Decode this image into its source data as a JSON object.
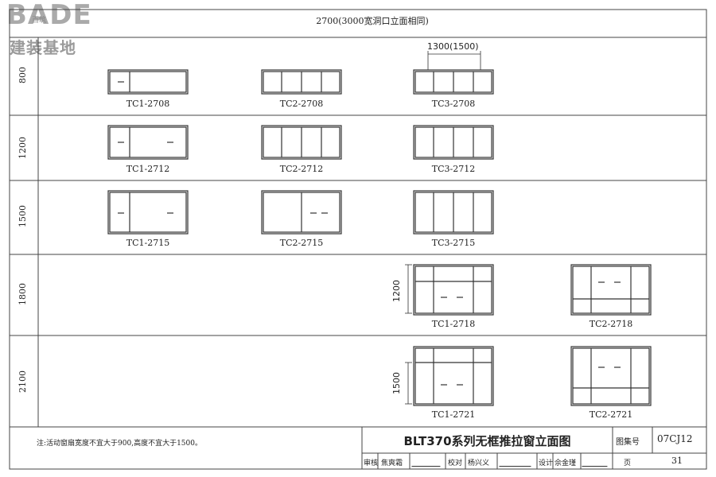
{
  "logo": {
    "brand": "BADE",
    "subtitle": "建装基地",
    "overlay": "百筑"
  },
  "sheet": {
    "header": "2700(3000宽洞口立面相同)",
    "row_heights": [
      "800",
      "1200",
      "1500",
      "1800",
      "2100"
    ],
    "dims": {
      "tc3_width": "1300(1500)",
      "tc1_2718_height": "1200",
      "tc1_2721_height": "1500"
    },
    "windows": {
      "tc1_2708": "TC1-2708",
      "tc2_2708": "TC2-2708",
      "tc3_2708": "TC3-2708",
      "tc1_2712": "TC1-2712",
      "tc2_2712": "TC2-2712",
      "tc3_2712": "TC3-2712",
      "tc1_2715": "TC1-2715",
      "tc2_2715": "TC2-2715",
      "tc3_2715": "TC3-2715",
      "tc1_2718": "TC1-2718",
      "tc2_2718": "TC2-2718",
      "tc1_2721": "TC1-2721",
      "tc2_2721": "TC2-2721"
    }
  },
  "footer": {
    "note": "注:活动窗扇宽度不宜大于900,高度不宜大于1500。",
    "title": "BLT370系列无框推拉窗立面图",
    "atlas_label": "图集号",
    "atlas_no": "07CJ12",
    "review_label": "审核",
    "review_name": "焦爽霜",
    "check_label": "校对",
    "check_name": "杨兴义",
    "design_label": "设计",
    "design_name": "佘金瑾",
    "page_label": "页",
    "page_no": "31"
  }
}
